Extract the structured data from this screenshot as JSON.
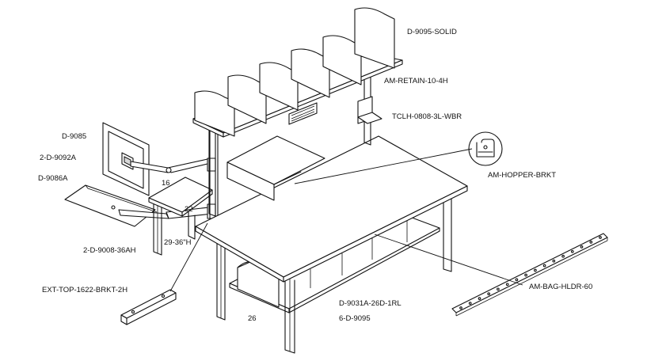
{
  "callouts": {
    "d9095_solid": "D-9095-SOLID",
    "am_retain": "AM-RETAIN-10-4H",
    "tclh": "TCLH-0808-3L-WBR",
    "am_hopper": "AM-HOPPER-BRKT",
    "d9085": "D-9085",
    "d9092a": "2-D-9092A",
    "d9086a": "D-9086A",
    "d9008": "2-D-9008-36AH",
    "ext_top": "EXT-TOP-1622-BRKT-2H",
    "am_bag": "AM-BAG-HLDR-60",
    "d9031a": "D-9031A-26D-1RL",
    "d9095_qty": "6-D-9095"
  },
  "dimensions": {
    "width_16": "16",
    "depth_22": "22",
    "height_range": "29-36\"H",
    "depth_26": "26"
  }
}
